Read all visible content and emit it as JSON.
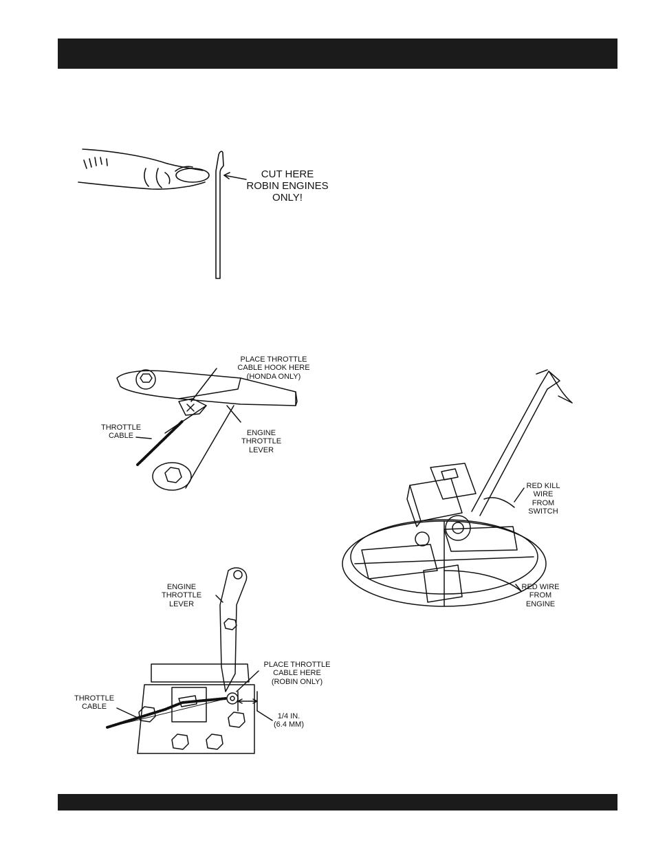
{
  "page": {
    "header_band_color": "#1b1b1b",
    "footer_band_color": "#1b1b1b"
  },
  "figure_cut": {
    "label": "CUT HERE\nROBIN ENGINES\nONLY!"
  },
  "figure_honda": {
    "hook_label": "PLACE THROTTLE\nCABLE HOOK HERE\n(HONDA ONLY)",
    "cable_label": "THROTTLE\nCABLE",
    "lever_label": "ENGINE\nTHROTTLE\nLEVER"
  },
  "figure_robin": {
    "lever_label": "ENGINE\nTHROTTLE\nLEVER",
    "place_label": "PLACE THROTTLE\nCABLE HERE\n(ROBIN ONLY)",
    "cable_label": "THROTTLE\nCABLE",
    "dimension_label": "1/4 IN.\n(6.4 MM)"
  },
  "figure_trowel": {
    "kill_wire_label": "RED KILL\nWIRE\nFROM\nSWITCH",
    "engine_wire_label": "RED WIRE\nFROM\nENGINE"
  }
}
